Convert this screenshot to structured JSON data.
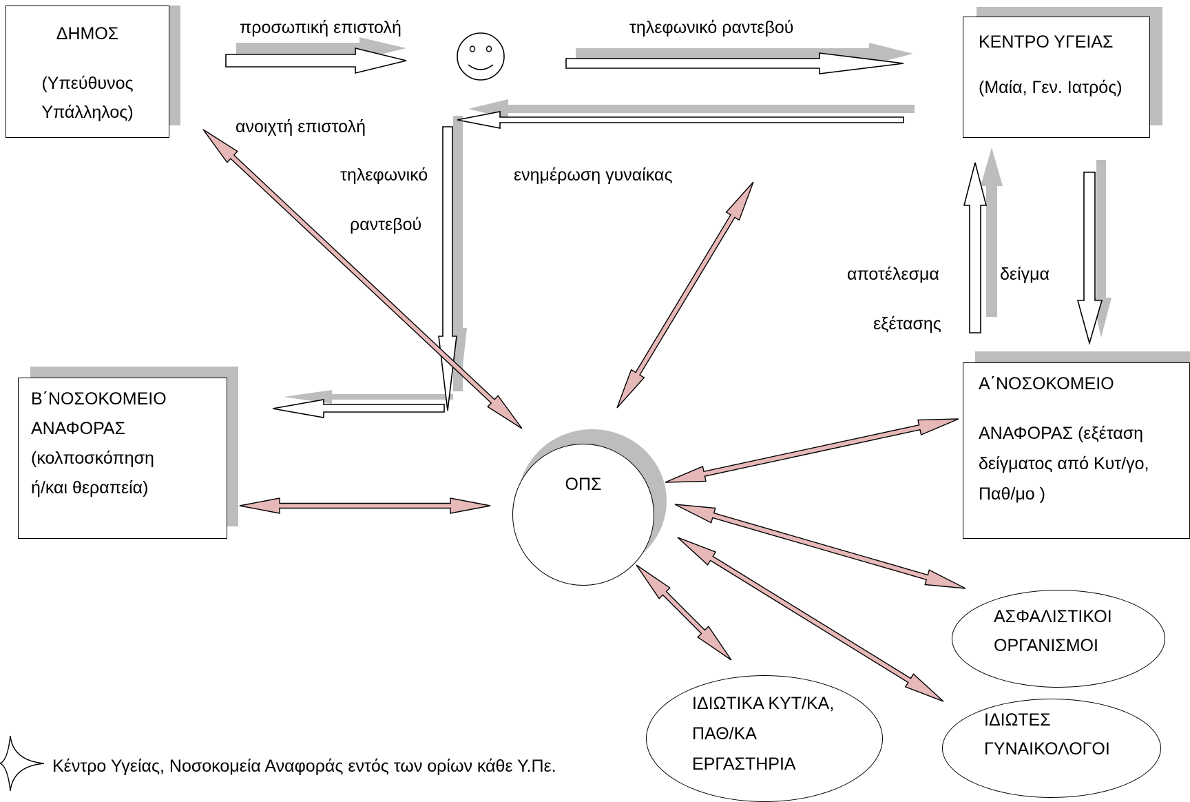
{
  "boxes": {
    "dimos": {
      "title": "ΔΗΜΟΣ",
      "line1": "(Υπεύθυνος",
      "line2": "Υπάλληλος)"
    },
    "kentro_ygeias": {
      "title": "ΚΕΝΤΡΟ ΥΓΕΙΑΣ",
      "subtitle": "(Μαία, Γεν. Ιατρός)"
    },
    "b_nosokomeio": {
      "line1": "Β΄ΝΟΣΟΚΟΜΕΙΟ",
      "line2": "ΑΝΑΦΟΡΑΣ",
      "line3": "(κολποσκόπηση",
      "line4": "ή/και θεραπεία)"
    },
    "a_nosokomeio": {
      "line1": "Α΄ΝΟΣΟΚΟΜΕΙΟ",
      "line2": "ΑΝΑΦΟΡΑΣ (εξέταση",
      "line3": "δείγματος από Κυτ/γο,",
      "line4": "Παθ/μο )"
    }
  },
  "center": {
    "label": "ΟΠΣ"
  },
  "ellipses": {
    "asfalistikoi": {
      "line1": "ΑΣΦΑΛΙΣΤΙΚΟΙ",
      "line2": "ΟΡΓΑΝΙΣΜΟΙ"
    },
    "idiotes": {
      "line1": "ΙΔΙΩΤΕΣ",
      "line2": "ΓΥΝΑΙΚΟΛΟΓΟΙ"
    },
    "idiotika": {
      "line1": "ΙΔΙΩΤΙΚΑ ΚΥΤ/ΚΑ,",
      "line2": "ΠΑΘ/ΚΑ",
      "line3": "ΕΡΓΑΣΤΗΡΙΑ"
    }
  },
  "labels": {
    "prosopiki": "προσωπική επιστολή",
    "tilef_rantevou_top": "τηλεφωνικό ραντεβού",
    "anoixti": "ανοιχτή επιστολή",
    "tilefoniko": "τηλεφωνικό",
    "rantevou": "ραντεβού",
    "enimerosi": "ενημέρωση γυναίκας",
    "apotelesma": "αποτέλεσμα",
    "exetasis": "εξέτασης",
    "deigma": "δείγμα"
  },
  "legend": {
    "text": "Κέντρο Υγείας, Νοσοκομεία Αναφοράς εντός των ορίων κάθε Υ.Πε."
  },
  "colors": {
    "double_arrow_fill": "#e6b8b7",
    "shadow": "#bdbdbd",
    "stroke": "#000000"
  }
}
